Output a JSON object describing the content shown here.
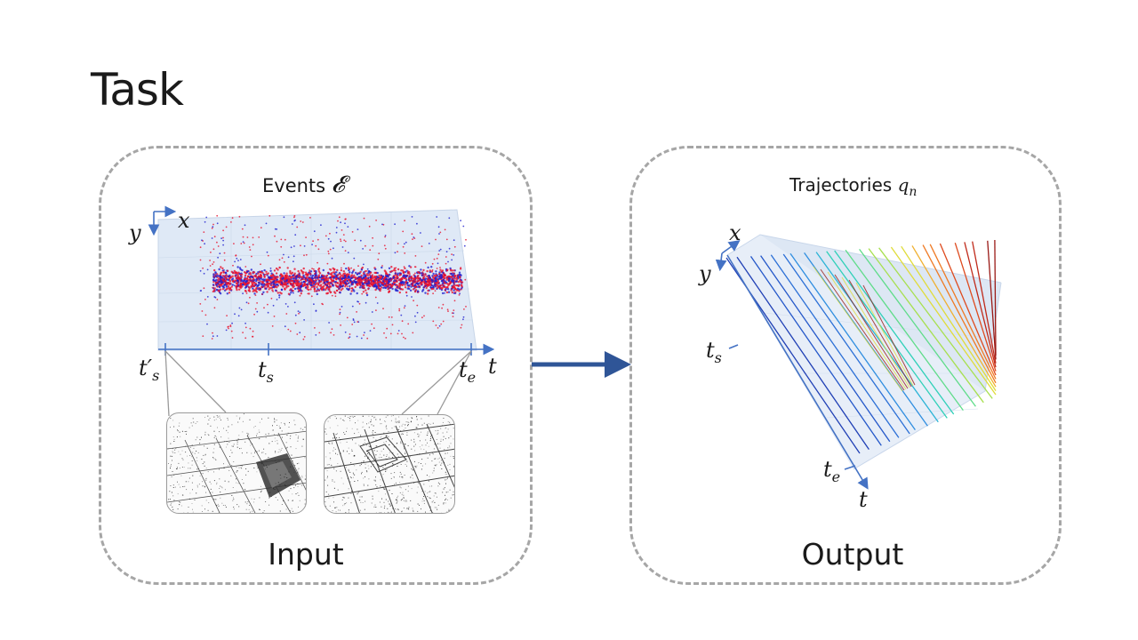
{
  "slide": {
    "title": "Task"
  },
  "input_panel": {
    "label": "Input",
    "caption_text": "Events ",
    "caption_symbol": "𝓔",
    "axes": {
      "x": "x",
      "y": "y",
      "t": "t",
      "ts_prime": "t′",
      "ts_prime_sub": "s",
      "ts": "t",
      "ts_sub": "s",
      "te": "t",
      "te_sub": "e"
    }
  },
  "output_panel": {
    "label": "Output",
    "caption_text": "Trajectories ",
    "caption_symbol": "q",
    "caption_sub": "n",
    "axes": {
      "x": "x",
      "y": "y",
      "t": "t",
      "ts": "t",
      "ts_sub": "s",
      "te": "t",
      "te_sub": "e"
    }
  },
  "colors": {
    "dashed_border": "#a6a6a6",
    "axis_blue": "#4472c4",
    "arrow_blue": "#2f5597",
    "event_positive": "#e8112d",
    "event_negative": "#1f1fd0",
    "box_fill": "#dfe9f6"
  }
}
